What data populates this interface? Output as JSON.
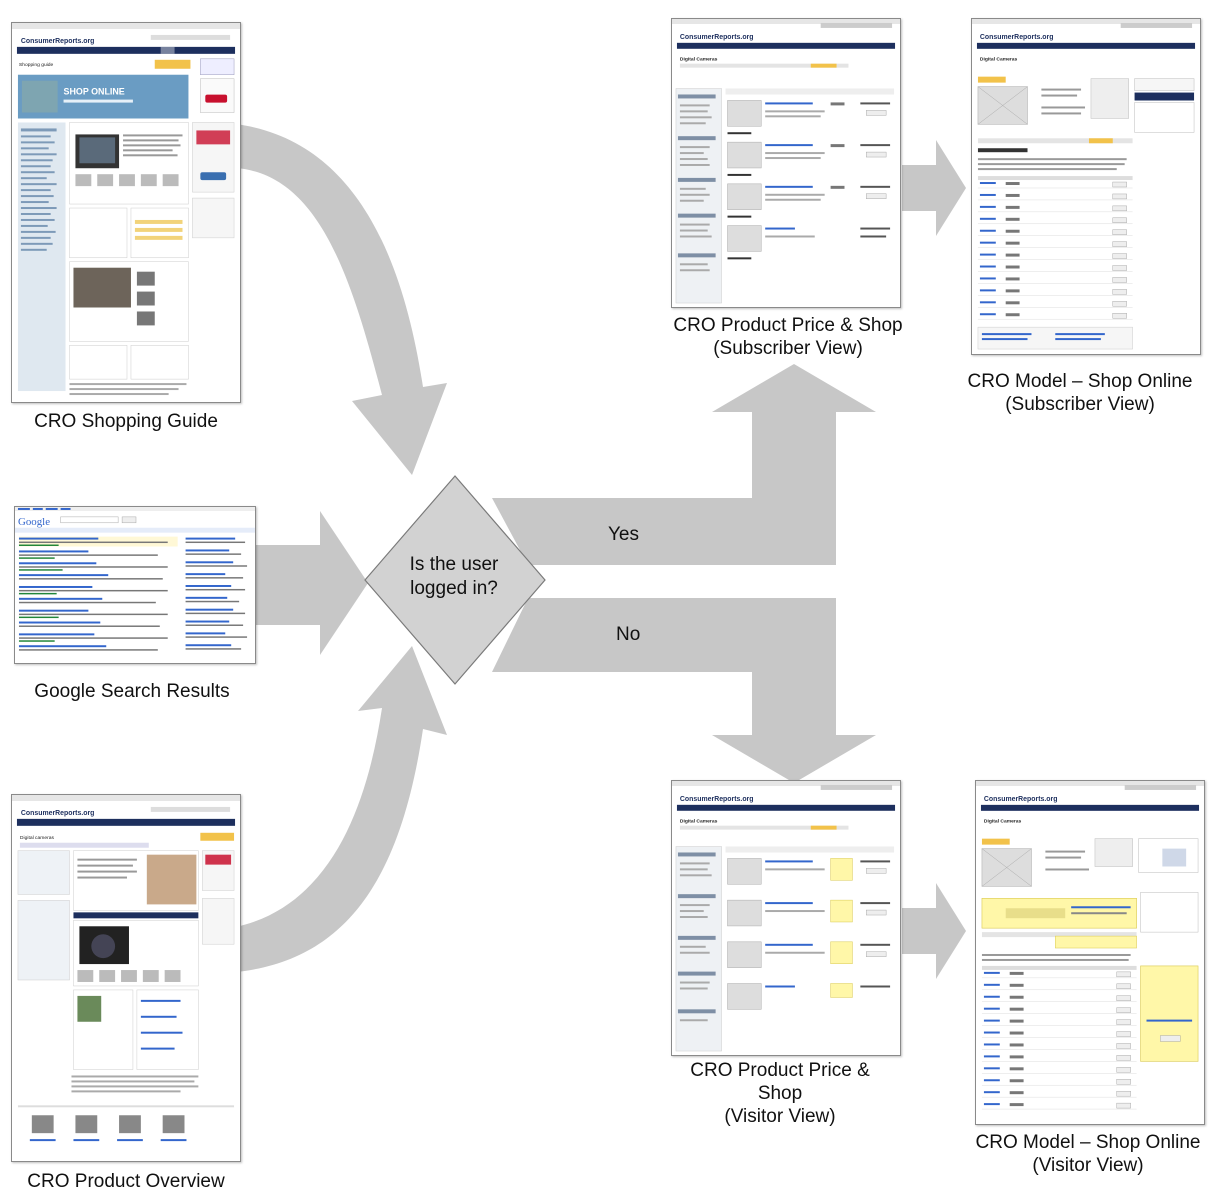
{
  "decision": {
    "line1": "Is the user",
    "line2": "logged in?"
  },
  "branches": {
    "yes": "Yes",
    "no": "No"
  },
  "pages": {
    "shopping_guide": {
      "caption": "CRO Shopping Guide",
      "logo": "ConsumerReports.org",
      "heading": "Shopping guide",
      "banner": "SHOP ONLINE"
    },
    "google_results": {
      "caption": "Google Search Results",
      "logo": "Google"
    },
    "product_overview": {
      "caption": "CRO Product Overview",
      "logo": "ConsumerReports.org",
      "heading": "Digital cameras"
    },
    "price_shop_subscriber": {
      "caption_1": "CRO Product Price & Shop",
      "caption_2": "(Subscriber View)",
      "logo": "ConsumerReports.org",
      "heading": "Digital Cameras"
    },
    "model_shop_subscriber": {
      "caption_1": "CRO Model – Shop Online",
      "caption_2": "(Subscriber View)",
      "logo": "ConsumerReports.org",
      "heading": "Digital Cameras"
    },
    "price_shop_visitor": {
      "caption_1": "CRO Product Price &",
      "caption_2": "Shop",
      "caption_3": "(Visitor View)",
      "logo": "ConsumerReports.org",
      "heading": "Digital Cameras"
    },
    "model_shop_visitor": {
      "caption_1": "CRO Model – Shop Online",
      "caption_2": "(Visitor View)",
      "logo": "ConsumerReports.org",
      "heading": "Digital Cameras"
    }
  },
  "colors": {
    "arrow": "#c7c7c7",
    "decision_fill": "#d2d2d2",
    "decision_stroke": "#7a7a7a",
    "cr_nav": "#1d2f5e",
    "cr_accent": "#c8102e",
    "highlight": "#fff7a8"
  }
}
